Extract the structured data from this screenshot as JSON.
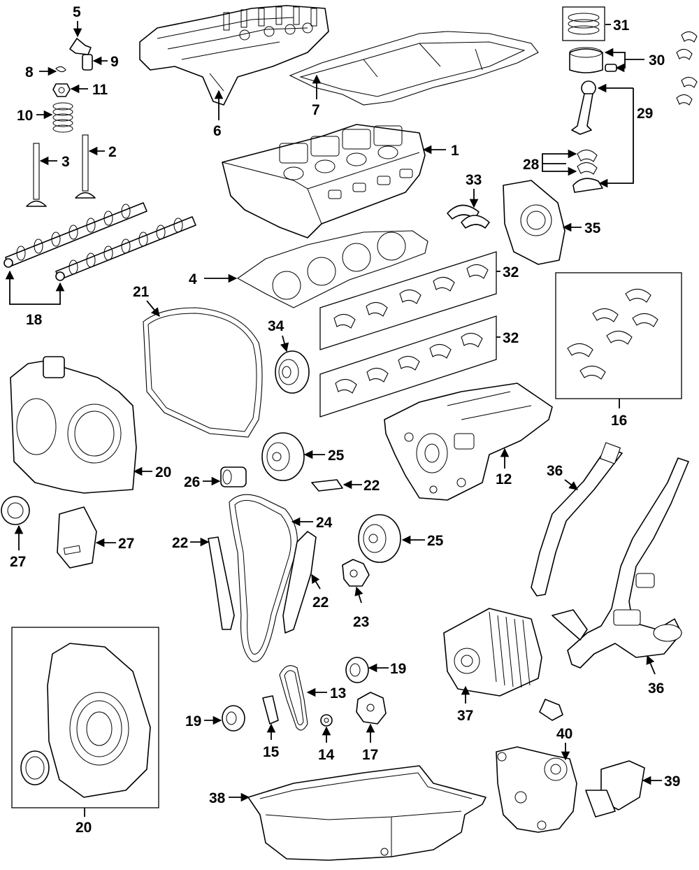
{
  "diagram": {
    "callouts": [
      {
        "id": "c1",
        "text": "1"
      },
      {
        "id": "c2",
        "text": "2"
      },
      {
        "id": "c3",
        "text": "3"
      },
      {
        "id": "c4",
        "text": "4"
      },
      {
        "id": "c5",
        "text": "5"
      },
      {
        "id": "c6",
        "text": "6"
      },
      {
        "id": "c7",
        "text": "7"
      },
      {
        "id": "c8",
        "text": "8"
      },
      {
        "id": "c9",
        "text": "9"
      },
      {
        "id": "c10",
        "text": "10"
      },
      {
        "id": "c11",
        "text": "11"
      },
      {
        "id": "c12",
        "text": "12"
      },
      {
        "id": "c13",
        "text": "13"
      },
      {
        "id": "c14",
        "text": "14"
      },
      {
        "id": "c15",
        "text": "15"
      },
      {
        "id": "c16",
        "text": "16"
      },
      {
        "id": "c17",
        "text": "17"
      },
      {
        "id": "c18",
        "text": "18"
      },
      {
        "id": "c19a",
        "text": "19"
      },
      {
        "id": "c19b",
        "text": "19"
      },
      {
        "id": "c20a",
        "text": "20"
      },
      {
        "id": "c20b",
        "text": "20"
      },
      {
        "id": "c21",
        "text": "21"
      },
      {
        "id": "c22a",
        "text": "22"
      },
      {
        "id": "c22b",
        "text": "22"
      },
      {
        "id": "c22c",
        "text": "22"
      },
      {
        "id": "c23",
        "text": "23"
      },
      {
        "id": "c24",
        "text": "24"
      },
      {
        "id": "c25a",
        "text": "25"
      },
      {
        "id": "c25b",
        "text": "25"
      },
      {
        "id": "c26",
        "text": "26"
      },
      {
        "id": "c27a",
        "text": "27"
      },
      {
        "id": "c27b",
        "text": "27"
      },
      {
        "id": "c28",
        "text": "28"
      },
      {
        "id": "c29",
        "text": "29"
      },
      {
        "id": "c30",
        "text": "30"
      },
      {
        "id": "c31",
        "text": "31"
      },
      {
        "id": "c32a",
        "text": "32"
      },
      {
        "id": "c32b",
        "text": "32"
      },
      {
        "id": "c33",
        "text": "33"
      },
      {
        "id": "c34",
        "text": "34"
      },
      {
        "id": "c35",
        "text": "35"
      },
      {
        "id": "c36a",
        "text": "36"
      },
      {
        "id": "c36b",
        "text": "36"
      },
      {
        "id": "c37",
        "text": "37"
      },
      {
        "id": "c38",
        "text": "38"
      },
      {
        "id": "c39",
        "text": "39"
      },
      {
        "id": "c40",
        "text": "40"
      }
    ]
  }
}
